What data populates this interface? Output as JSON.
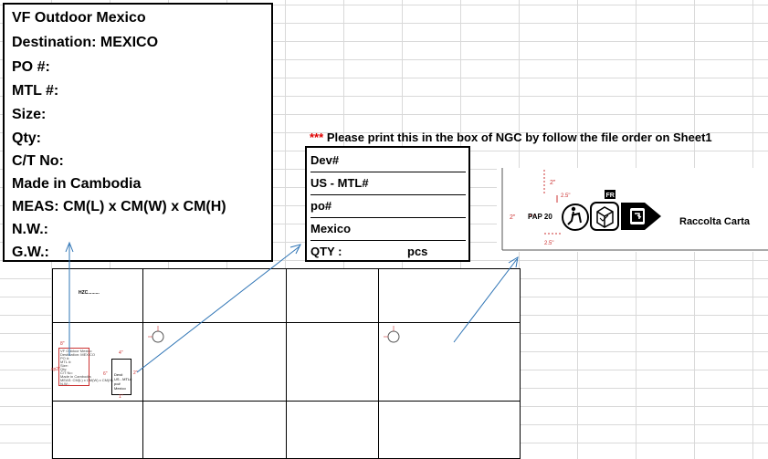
{
  "shipping_mark": {
    "lines": [
      "VF Outdoor Mexico",
      "Destination: MEXICO",
      "PO #:",
      "MTL #:",
      "Size:",
      "Qty:",
      "C/T No:",
      "Made in Cambodia",
      "MEAS: CM(L) x CM(W) x CM(H)",
      "N.W.:",
      "G.W.:"
    ]
  },
  "instruction": {
    "stars": "***",
    "text": "Please print this in the box of NGC by follow the file order on Sheet1"
  },
  "box_label": {
    "rows": [
      "Dev#",
      "US - MTL#",
      "po#",
      "Mexico"
    ],
    "qty_label": "QTY  :",
    "qty_unit": "pcs"
  },
  "recycling": {
    "dim_top": "2\"",
    "dim_top_small": "2.5\"",
    "dim_left": "2\"",
    "dim_bottom": "2.5\"",
    "pap_code": "PAP 20",
    "fr_badge": "FR",
    "brand_text": "Raccolta Carta"
  },
  "carton_diagram": {
    "header_code": "HZC.........",
    "dim_8": "8\"",
    "dim_6": "6\"",
    "dim_4": "4\"",
    "dim_2": "2\"",
    "dim_1": "1\"",
    "side_tag": "sp2\"",
    "mini_label_rows": [
      "Dev#",
      "US - MTL#",
      "po#",
      "Mexico"
    ],
    "mini_mark_lines": [
      "VF Outdoor Mexico",
      "Destination: MEXICO",
      "PO #:",
      "MTL #:",
      "Size:",
      "Qty:",
      "C/T No:",
      "Made in Cambodia",
      "MEAS: CM(L) x CM(W) x CM(H)",
      "N.W.:",
      "G.W.:"
    ]
  },
  "colors": {
    "arrow": "#2e74b5",
    "dimension": "#cc3333",
    "stars": "#e00000"
  }
}
